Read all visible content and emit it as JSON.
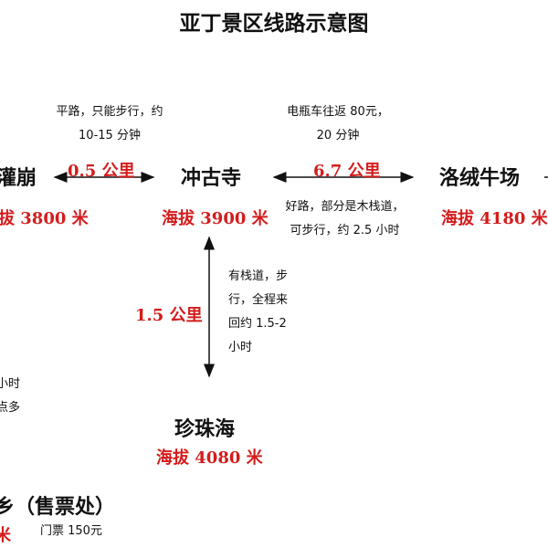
{
  "title": "亚丁景区线路示意图",
  "places": {
    "left": {
      "name": "灌崩",
      "alt": "拔 3800 米"
    },
    "center": {
      "name": "冲古寺",
      "alt": "海拔 3900 米"
    },
    "right": {
      "name": "洛绒牛场",
      "alt": "海拔 4180 米"
    },
    "bottom": {
      "name": "珍珠海",
      "alt": "海拔 4080 米"
    },
    "entrance": {
      "name": "乡（售票处）",
      "alt": "米",
      "ticket": "门票 150元"
    }
  },
  "routes": {
    "left": {
      "distance": "0.5 公里",
      "note_line1": "平路，只能步行，约",
      "note_line2": "10-15 分钟"
    },
    "right": {
      "distance": "6.7 公里",
      "note_top1": "电瓶车往返 80元，",
      "note_top2": "20 分钟",
      "note_bottom1": "好路，部分是木栈道，",
      "note_bottom2": "可步行，约 2.5 小时"
    },
    "down": {
      "distance": "1.5 公里",
      "note1": "有栈道，步",
      "note2": "行，全程来",
      "note3": "回约 1.5-2",
      "note4": "小时"
    },
    "cut_left": {
      "note1": "小时",
      "note2": "点多"
    }
  }
}
